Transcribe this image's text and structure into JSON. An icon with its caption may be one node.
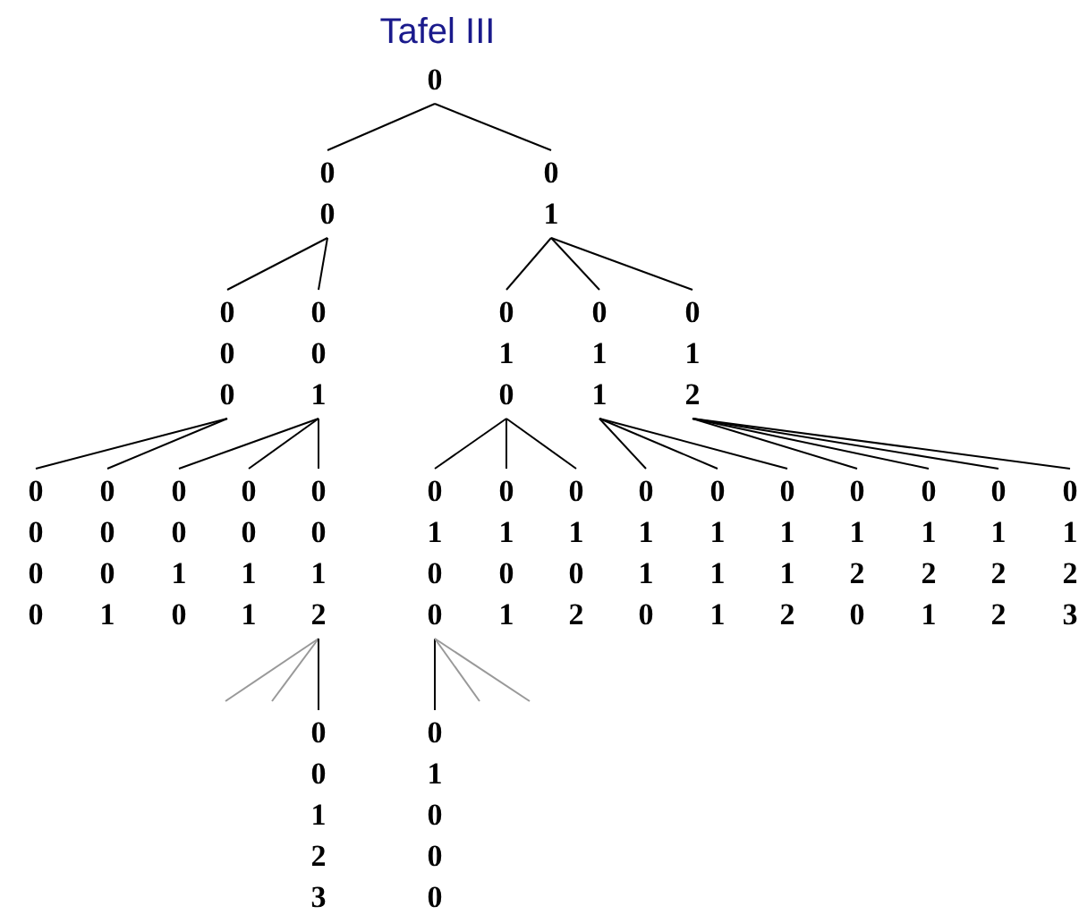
{
  "diagram": {
    "title": "Tafel III",
    "nodes": [
      {
        "text": [
          "0"
        ]
      },
      {
        "text": [
          "0 0"
        ]
      },
      {
        "text": [
          "0 1"
        ]
      },
      {
        "text": [
          "0 0 0"
        ]
      },
      {
        "text": [
          "0 0 1"
        ]
      },
      {
        "text": [
          "0 1 0"
        ]
      },
      {
        "text": [
          "0 1 1"
        ]
      },
      {
        "text": [
          "0 1 2"
        ]
      },
      {
        "text": [
          "0 0 0 0"
        ]
      },
      {
        "text": [
          "0 0 0 1"
        ]
      },
      {
        "text": [
          "0 0 1 0"
        ]
      },
      {
        "text": [
          "0 0 1 1"
        ]
      },
      {
        "text": [
          "0 0 1 2"
        ]
      },
      {
        "text": [
          "0 1 0 0"
        ]
      },
      {
        "text": [
          "0 1 0 1"
        ]
      },
      {
        "text": [
          "0 1 0 2"
        ]
      },
      {
        "text": [
          "0 1 1 0"
        ]
      },
      {
        "text": [
          "0 1 1 1"
        ]
      },
      {
        "text": [
          "0 1 1 2"
        ]
      },
      {
        "text": [
          "0 1 2 0"
        ]
      },
      {
        "text": [
          "0 1 2 1"
        ]
      },
      {
        "text": [
          "0 1 2 2"
        ]
      },
      {
        "text": [
          "0 1 2 3"
        ]
      },
      {
        "text": [
          "0 0 1 2 3"
        ]
      },
      {
        "text": [
          "0 1 0 0 0"
        ]
      }
    ],
    "edges": [
      {
        "from": 0,
        "to": 1,
        "arrow": "none"
      },
      {
        "from": 0,
        "to": 2,
        "arrow": "none"
      },
      {
        "from": 1,
        "to": 3,
        "arrow": "none"
      },
      {
        "from": 1,
        "to": 4,
        "arrow": "none"
      },
      {
        "from": 2,
        "to": 5,
        "arrow": "none"
      },
      {
        "from": 2,
        "to": 6,
        "arrow": "none"
      },
      {
        "from": 2,
        "to": 7,
        "arrow": "none"
      },
      {
        "from": 3,
        "to": 8,
        "arrow": "none"
      },
      {
        "from": 3,
        "to": 9,
        "arrow": "none"
      },
      {
        "from": 4,
        "to": 10,
        "arrow": "none"
      },
      {
        "from": 4,
        "to": 11,
        "arrow": "none"
      },
      {
        "from": 4,
        "to": 12,
        "arrow": "none"
      },
      {
        "from": 5,
        "to": 13,
        "arrow": "none"
      },
      {
        "from": 5,
        "to": 14,
        "arrow": "none"
      },
      {
        "from": 5,
        "to": 15,
        "arrow": "none"
      },
      {
        "from": 6,
        "to": 16,
        "arrow": "none"
      },
      {
        "from": 6,
        "to": 17,
        "arrow": "none"
      },
      {
        "from": 6,
        "to": 18,
        "arrow": "none"
      },
      {
        "from": 7,
        "to": 19,
        "arrow": "none"
      },
      {
        "from": 7,
        "to": 20,
        "arrow": "none"
      },
      {
        "from": 7,
        "to": 21,
        "arrow": "none"
      },
      {
        "from": 7,
        "to": 22,
        "arrow": "none"
      },
      {
        "from": 12,
        "to": null,
        "arrow": "none",
        "color": "#999999"
      },
      {
        "from": 12,
        "to": null,
        "arrow": "none",
        "color": "#999999"
      },
      {
        "from": 12,
        "to": 23,
        "arrow": "none"
      },
      {
        "from": 13,
        "to": 24,
        "arrow": "none"
      },
      {
        "from": 13,
        "to": null,
        "arrow": "none",
        "color": "#999999"
      },
      {
        "from": 13,
        "to": null,
        "arrow": "none",
        "color": "#999999"
      }
    ]
  }
}
